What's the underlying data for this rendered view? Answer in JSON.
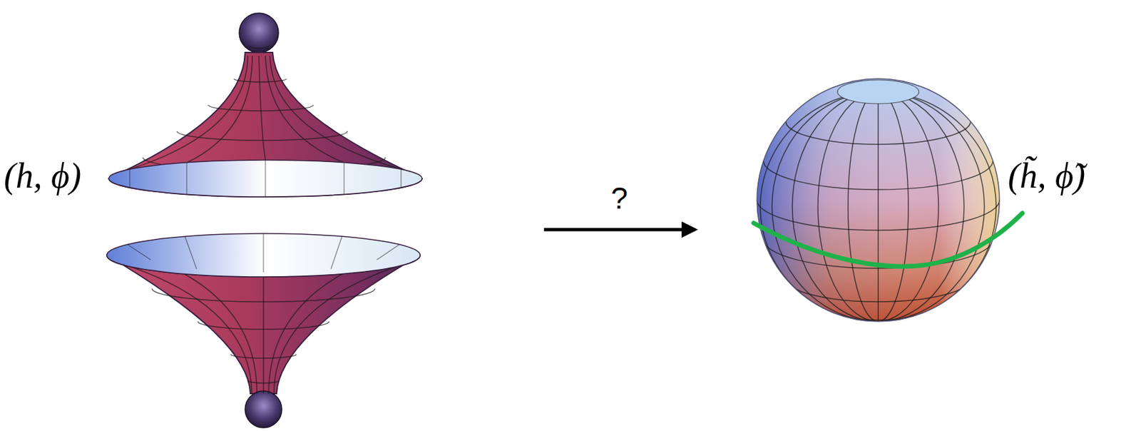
{
  "diagram": {
    "nodes": [
      {
        "text": [
          "(h, ϕ)"
        ]
      },
      {
        "text": [
          "(h̃, ϕ̃)"
        ]
      }
    ],
    "edges": [
      {
        "from": 0,
        "to": 1,
        "arrow": "to",
        "label": "?"
      }
    ]
  }
}
